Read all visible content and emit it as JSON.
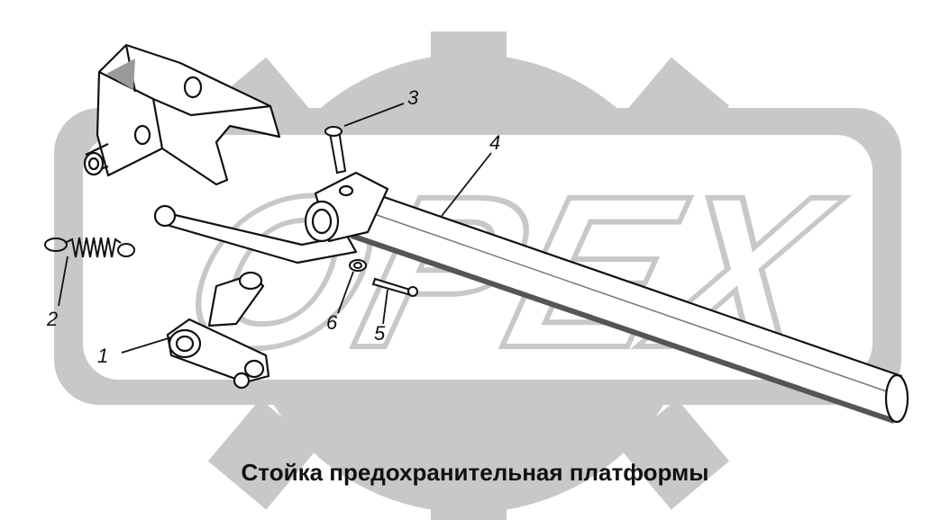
{
  "caption": "Стойка предохранительная платформы",
  "watermark": {
    "text": "OPEX",
    "color": "#c8c8c8"
  },
  "callouts": [
    "1",
    "2",
    "3",
    "4",
    "5",
    "6"
  ],
  "colors": {
    "line": "#111111",
    "shade": "#8a8a8a",
    "part_fill": "#ffffff"
  }
}
